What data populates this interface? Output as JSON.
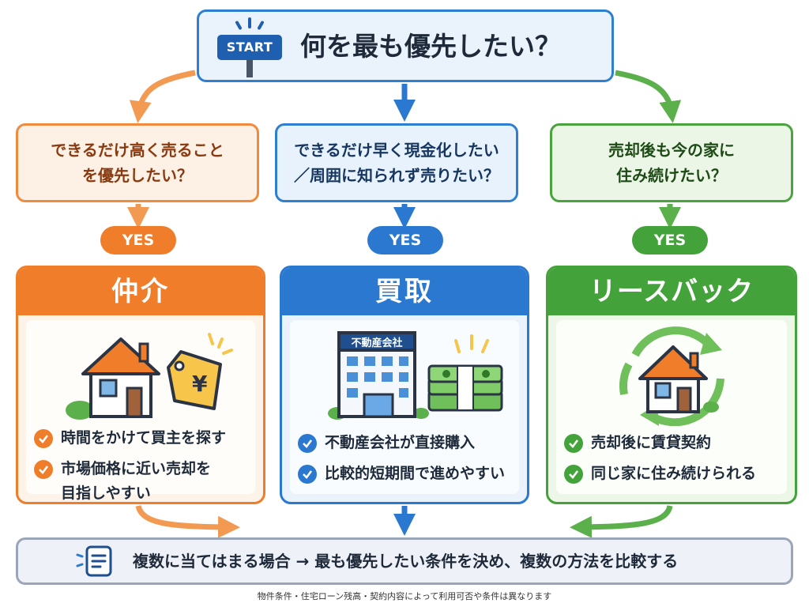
{
  "start": {
    "sign_label": "START",
    "question": "何を最も優先したい？"
  },
  "paths": [
    {
      "id": "broker",
      "color": "#f07d2a",
      "question_lines": [
        "できるだけ高く売ること",
        "を優先したい？"
      ],
      "yes_label": "YES",
      "result_title": "仲介",
      "illustration": [
        "house-icon",
        "price-tag-yen-icon"
      ],
      "tag_symbol": "¥",
      "bullets": [
        {
          "lines": [
            "時間をかけて買主を探す"
          ]
        },
        {
          "lines": [
            "市場価格に近い売却を",
            "目指しやすい"
          ]
        }
      ]
    },
    {
      "id": "buyout",
      "color": "#2a78cf",
      "question_lines": [
        "できるだけ早く現金化したい",
        "／周囲に知られず売りたい？"
      ],
      "yes_label": "YES",
      "result_title": "買取",
      "illustration": [
        "office-building-icon",
        "cash-stack-icon"
      ],
      "building_sign": "不動産会社",
      "bullets": [
        {
          "lines": [
            "不動産会社が直接購入"
          ]
        },
        {
          "lines": [
            "比較的短期間で進めやすい"
          ]
        }
      ]
    },
    {
      "id": "lease",
      "color": "#44a23a",
      "question_lines": [
        "売却後も今の家に",
        "住み続けたい？"
      ],
      "yes_label": "YES",
      "result_title": "リースバック",
      "illustration": [
        "house-icon",
        "cycle-arrows-icon"
      ],
      "bullets": [
        {
          "lines": [
            "売却後に賃貸契約"
          ]
        },
        {
          "lines": [
            "同じ家に住み続けられる"
          ]
        }
      ]
    }
  ],
  "summary": {
    "icon": "document-icon",
    "text": "複数に当てはまる場合 → 最も優先したい条件を決め、複数の方法を比較する"
  },
  "footnote": "物件条件・住宅ローン残高・契約内容によって利用可否や条件は異なります"
}
